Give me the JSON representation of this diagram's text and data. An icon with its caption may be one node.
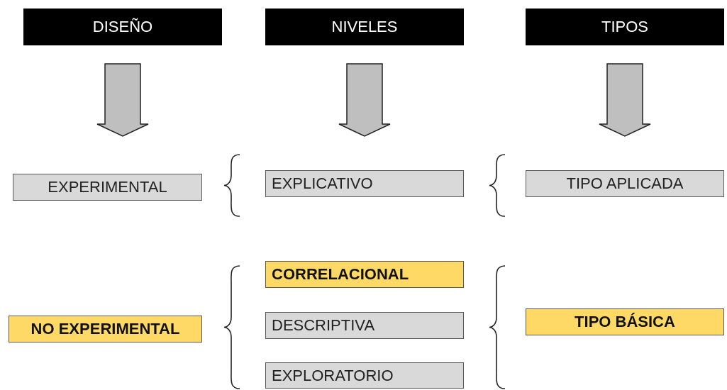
{
  "diagram": {
    "nodes": [
      {
        "text": [
          "DISEÑO"
        ]
      },
      {
        "text": [
          "NIVELES"
        ]
      },
      {
        "text": [
          "TIPOS"
        ]
      },
      {
        "text": [
          "EXPERIMENTAL"
        ]
      },
      {
        "text": [
          "EXPLICATIVO"
        ]
      },
      {
        "text": [
          "TIPO APLICADA"
        ]
      },
      {
        "text": [
          "NO EXPERIMENTAL"
        ]
      },
      {
        "text": [
          "CORRELACIONAL"
        ]
      },
      {
        "text": [
          "DESCRIPTIVA"
        ]
      },
      {
        "text": [
          "EXPLORATORIO"
        ]
      },
      {
        "text": [
          "TIPO BÁSICA"
        ]
      }
    ],
    "edges": [
      {
        "from": 0,
        "to": null,
        "arrow": "to",
        "style": "thick"
      },
      {
        "from": 1,
        "to": null,
        "arrow": "to",
        "style": "thick"
      },
      {
        "from": 2,
        "to": null,
        "arrow": "to",
        "style": "thick"
      }
    ]
  }
}
